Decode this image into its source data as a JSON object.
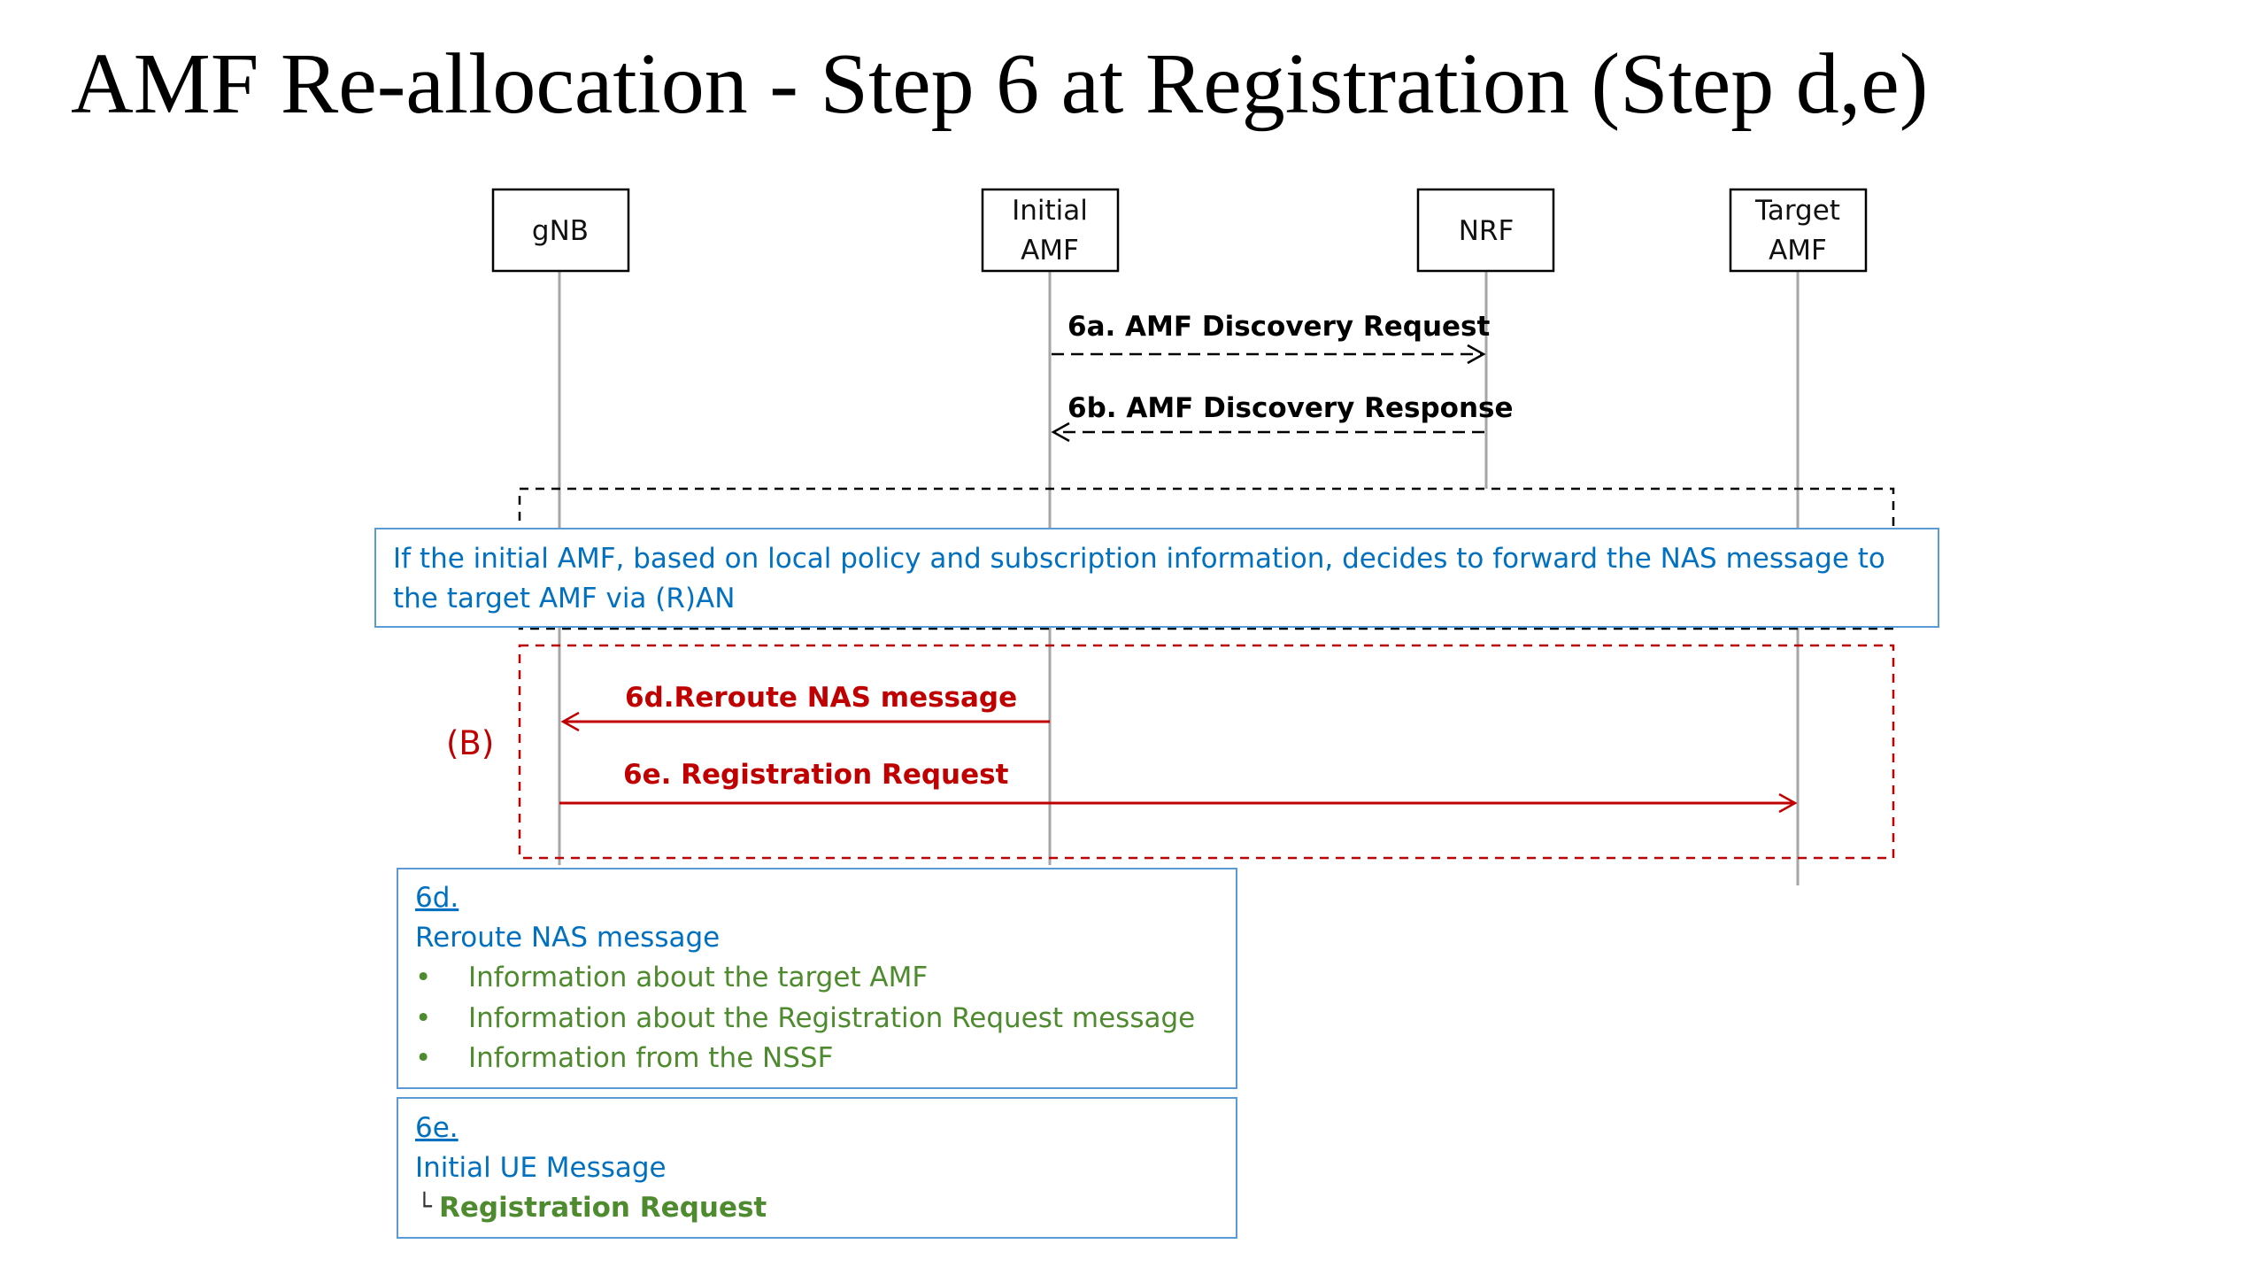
{
  "title": "AMF Re-allocation - Step 6 at Registration (Step d,e)",
  "entities": [
    {
      "id": "gnb",
      "lines": [
        "gNB"
      ]
    },
    {
      "id": "initial-amf",
      "lines": [
        "Initial",
        "AMF"
      ]
    },
    {
      "id": "nrf",
      "lines": [
        "NRF"
      ]
    },
    {
      "id": "target-amf",
      "lines": [
        "Target",
        "AMF"
      ]
    }
  ],
  "messages": {
    "m6a": "6a. AMF Discovery Request",
    "m6b": "6b. AMF Discovery Response",
    "m6d": "6d.Reroute NAS message",
    "m6e": "6e. Registration Request"
  },
  "condition_note": {
    "line1": "If the initial AMF, based on local policy and subscription information, decides to forward the NAS message to",
    "line2": "the target AMF via (R)AN"
  },
  "group_label": "(B)",
  "note_6d": {
    "heading": "6d.",
    "title": "Reroute NAS message",
    "bullet_symbol": "•",
    "bullets": [
      "Information about the target AMF",
      "Information about the Registration Request message",
      "Information from the NSSF"
    ]
  },
  "note_6e": {
    "heading": "6e.",
    "title": "Initial UE Message",
    "corner_symbol": "└",
    "item": "Registration Request"
  },
  "colors": {
    "black": "#000000",
    "red": "#c00000",
    "blue": "#0070c0",
    "green": "#4e8a2e",
    "note_border": "#5b9bd5",
    "lifeline": "#a6a6a6"
  }
}
